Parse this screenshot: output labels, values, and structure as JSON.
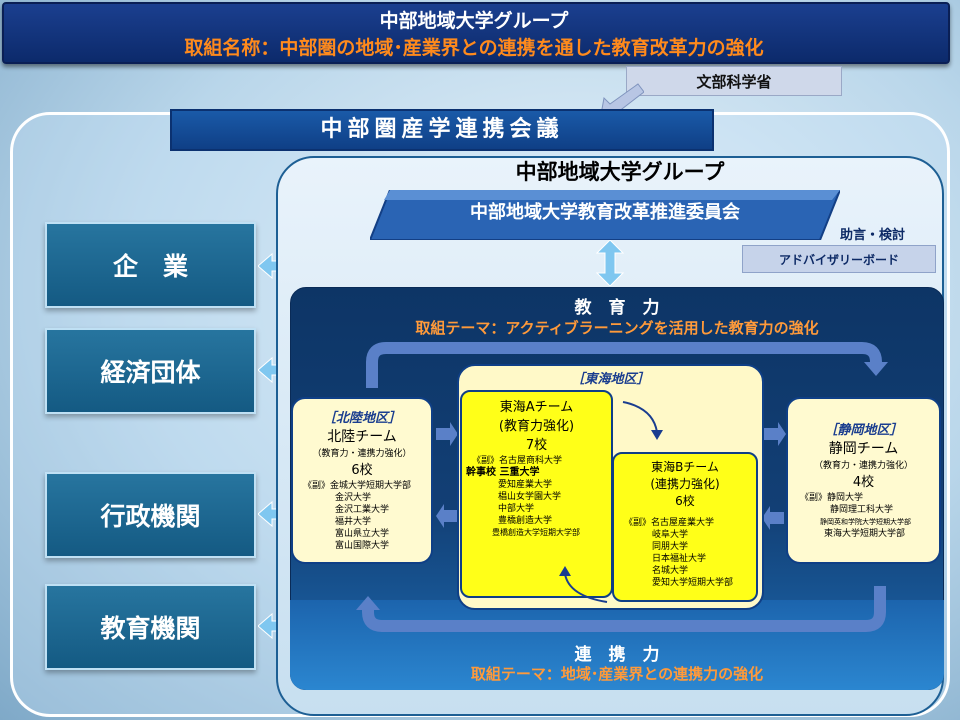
{
  "header": {
    "line1": "中部地域大学グループ",
    "line2": "取組名称：中部圏の地域･産業界との連携を通した教育改革力の強化"
  },
  "ministry": "文部科学省",
  "council": "中部圏産学連携会議",
  "stakeholders": [
    "企　業",
    "経済団体",
    "行政機関",
    "教育機関"
  ],
  "group_title": "中部地域大学グループ",
  "committee": "中部地域大学教育改革推進委員会",
  "advice_label": "助言・検討",
  "advisory_board": "アドバイザリーボード",
  "education": {
    "title": "教　育　力",
    "theme": "取組テーマ：アクティブラーニングを活用した教育力の強化"
  },
  "cooperation": {
    "title": "連　携　力",
    "theme": "取組テーマ：地域･産業界との連携力の強化"
  },
  "hokuriku": {
    "region": "［北陸地区］",
    "team": "北陸チーム",
    "sub": "（教育力・連携力強化）",
    "count": "6校",
    "members": [
      "《副》金城大学短期大学部",
      "金沢大学",
      "金沢工業大学",
      "福井大学",
      "富山県立大学",
      "富山国際大学"
    ]
  },
  "tokai": {
    "region": "［東海地区］",
    "team_a": {
      "team": "東海Aチーム",
      "sub": "(教育力強化)",
      "count": "7校",
      "members": [
        "《副》名古屋商科大学",
        "幹事校 三重大学",
        "愛知産業大学",
        "椙山女学園大学",
        "中部大学",
        "豊橋創造大学",
        "豊橋創造大学短期大学部"
      ]
    },
    "team_b": {
      "team": "東海Bチーム",
      "sub": "(連携力強化)",
      "count": "6校",
      "members": [
        "《副》名古屋産業大学",
        "岐阜大学",
        "同朋大学",
        "日本福祉大学",
        "名城大学",
        "愛知大学短期大学部"
      ]
    }
  },
  "shizuoka": {
    "region": "［静岡地区］",
    "team": "静岡チーム",
    "sub": "（教育力・連携力強化）",
    "count": "4校",
    "members": [
      "《副》静岡大学",
      "静岡理工科大学",
      "静岡英和学院大学短期大学部",
      "東海大学短期大学部"
    ]
  },
  "colors": {
    "header_bg": "#14388a",
    "theme_orange": "#ff8a1c",
    "stakeholder_bg": "#1d6a94",
    "region_bg": "#fffad0",
    "team_bg": "#ffff18",
    "arrow_blue": "#7fc7f0"
  }
}
